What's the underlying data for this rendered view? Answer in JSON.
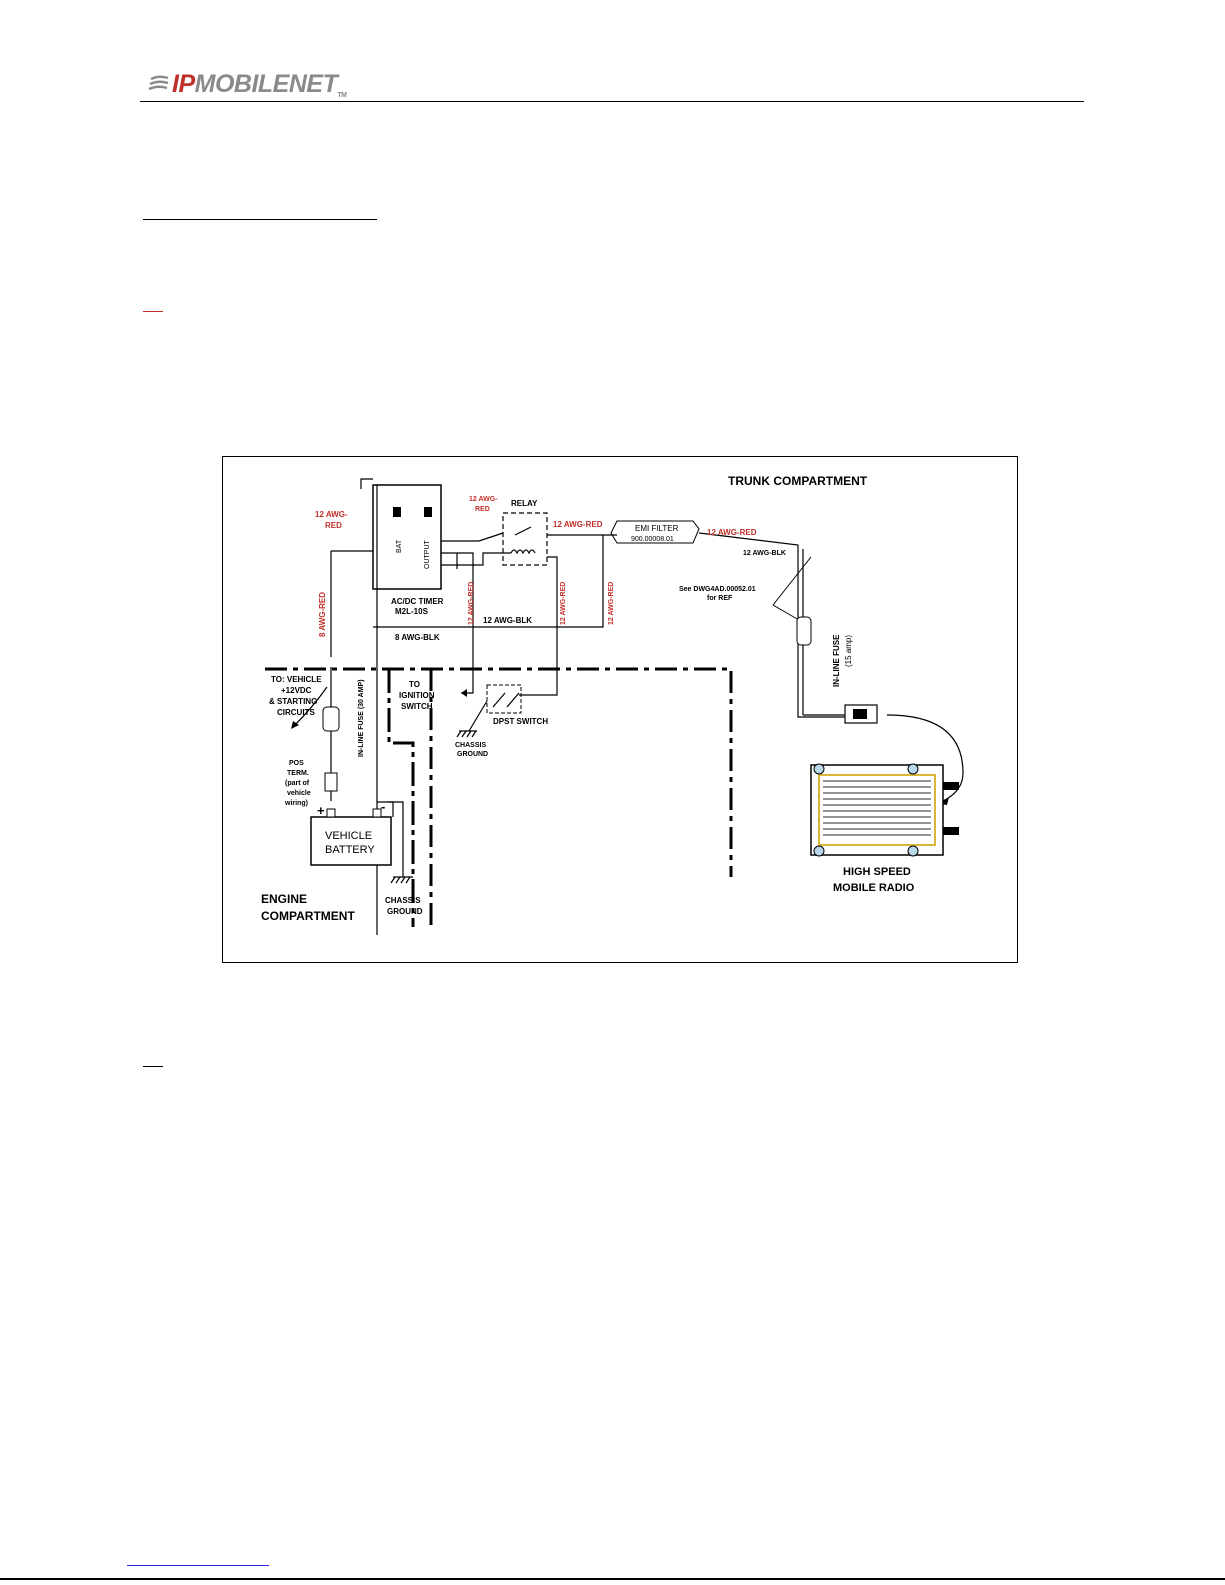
{
  "header": {
    "logo_ip": "IP",
    "logo_rest": "MOBILENET",
    "logo_tm": "TM"
  },
  "diagram": {
    "trunk_label": "TRUNK COMPARTMENT",
    "engine_label_1": "ENGINE",
    "engine_label_2": "COMPARTMENT",
    "relay_label": "RELAY",
    "emi_filter_1": "EMI FILTER",
    "emi_filter_2": "900.00008.01",
    "timer_1": "AC/DC TIMER",
    "timer_2": "M2L-10S",
    "bat": "BAT",
    "output": "OUTPUT",
    "wire_12awg_red_left_1": "12 AWG-",
    "wire_12awg_red_left_2": "RED",
    "wire_12awg_red_relay_1": "12 AWG-",
    "wire_12awg_red_relay_2": "RED",
    "wire_12awg_red_top": "12 AWG-RED",
    "wire_12awg_red_emi": "12 AWG-RED",
    "wire_12awg_blk_emi": "12 AWG-BLK",
    "wire_12awg_blk_mid": "12 AWG-BLK",
    "wire_8awg_blk": "8 AWG-BLK",
    "wire_8awg_red": "8 AWG-RED",
    "wire_vert_red_1": "12 AWG-RED",
    "wire_vert_red_2": "12 AWG-RED",
    "wire_vert_red_3": "12 AWG-RED",
    "see_dwg_1": "See DWG4AD.00052.01",
    "see_dwg_2": "for REF",
    "inline_fuse_15_1": "IN-LINE FUSE",
    "inline_fuse_15_2": "(15 amp)",
    "inline_fuse_30": "IN-LINE FUSE   (30 AMP)",
    "to_vehicle_1": "TO: VEHICLE",
    "to_vehicle_2": "+12VDC",
    "to_vehicle_3": "& STARTING",
    "to_vehicle_4": "CIRCUITS",
    "to_ignition_1": "TO",
    "to_ignition_2": "IGNITION",
    "to_ignition_3": "SWITCH",
    "dpst_switch": "DPST SWITCH",
    "chassis_ground_1a": "CHASSIS",
    "chassis_ground_1b": "GROUND",
    "chassis_ground_2a": "CHASSIS",
    "chassis_ground_2b": "GROUND",
    "pos_term_1": "POS",
    "pos_term_2": "TERM.",
    "pos_term_3": "(part of",
    "pos_term_4": "vehicle",
    "pos_term_5": "wiring)",
    "battery_1": "VEHICLE",
    "battery_2": "BATTERY",
    "plus": "+",
    "minus": "-",
    "radio_1": "HIGH SPEED",
    "radio_2": "MOBILE RADIO"
  },
  "colors": {
    "wire_red_label": "#c0302a",
    "logo_red": "#c0302a",
    "logo_gray": "#8a8a8a"
  }
}
